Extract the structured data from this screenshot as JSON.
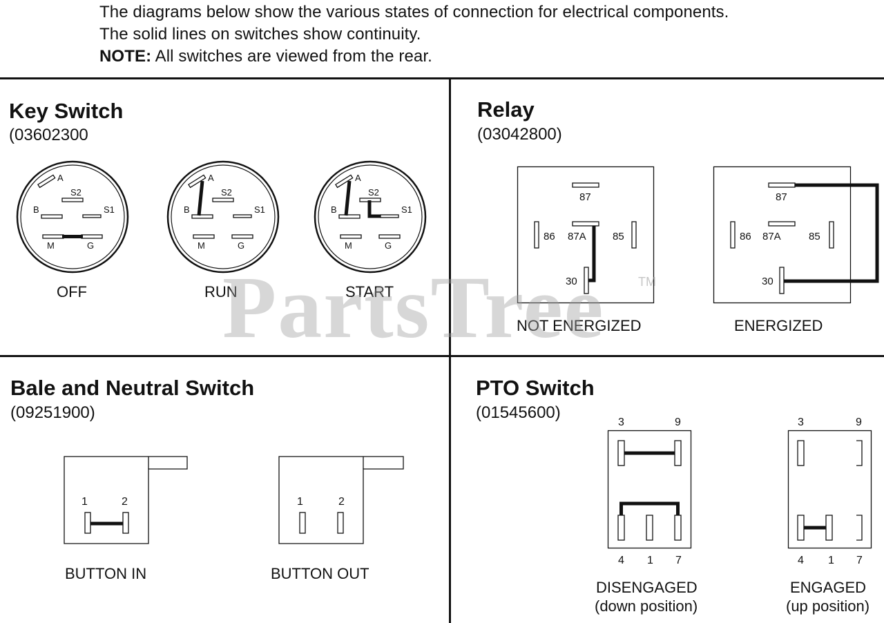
{
  "intro": {
    "line1": "The diagrams below show the various states of connection for electrical components.",
    "line2": "The solid lines on switches show continuity.",
    "note_label": "NOTE:",
    "note_text": " All switches are viewed from the rear."
  },
  "key_switch": {
    "title": "Key Switch",
    "part_number": "(03602300",
    "terminals": {
      "a": "A",
      "s2": "S2",
      "b": "B",
      "s1": "S1",
      "m": "M",
      "g": "G"
    },
    "states": [
      "OFF",
      "RUN",
      "START"
    ]
  },
  "relay": {
    "title": "Relay",
    "part_number": "(03042800)",
    "terminals": {
      "t87": "87",
      "t86": "86",
      "t87a": "87A",
      "t85": "85",
      "t30": "30"
    },
    "states": [
      "NOT ENERGIZED",
      "ENERGIZED"
    ]
  },
  "bale_switch": {
    "title": "Bale and Neutral Switch",
    "part_number": "(09251900)",
    "terminals": {
      "t1": "1",
      "t2": "2"
    },
    "states": [
      "BUTTON IN",
      "BUTTON OUT"
    ]
  },
  "pto_switch": {
    "title": "PTO Switch",
    "part_number": "(01545600)",
    "terminals": {
      "t3": "3",
      "t9": "9",
      "t4": "4",
      "t1": "1",
      "t7": "7"
    },
    "states": [
      {
        "label": "DISENGAGED",
        "sub": "(down position)"
      },
      {
        "label": "ENGAGED",
        "sub": "(up position)"
      }
    ]
  },
  "watermark": {
    "text": "PartsTree",
    "tm": "TM"
  },
  "colors": {
    "line": "#111111",
    "watermark": "#a0a0a0",
    "background": "#ffffff"
  }
}
